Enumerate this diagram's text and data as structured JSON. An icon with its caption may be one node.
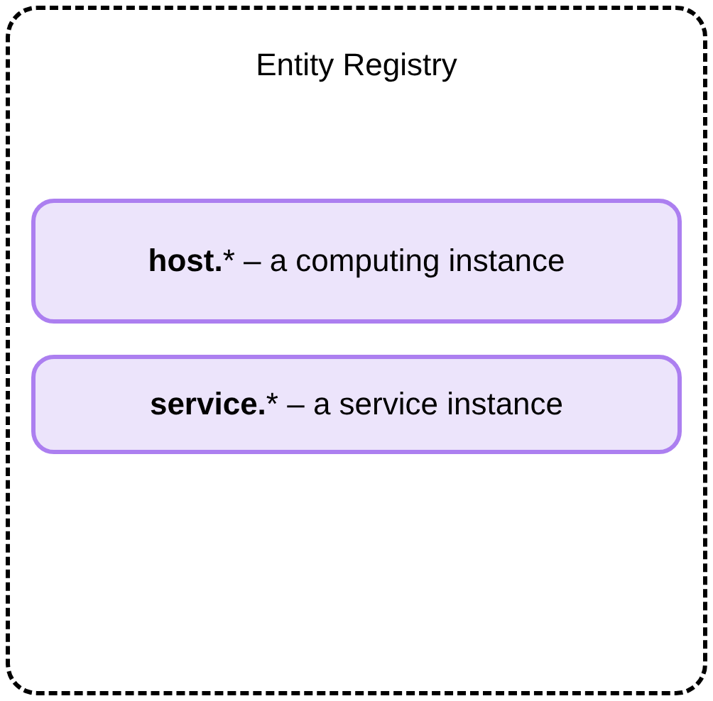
{
  "diagram": {
    "nodes": [
      {
        "text": [
          "Entity Registry"
        ]
      },
      {
        "text": [
          "**host.*** – a computing instance"
        ],
        "in": 0
      },
      {
        "text": [
          "**service.*** – a service instance"
        ],
        "in": 0
      }
    ]
  }
}
